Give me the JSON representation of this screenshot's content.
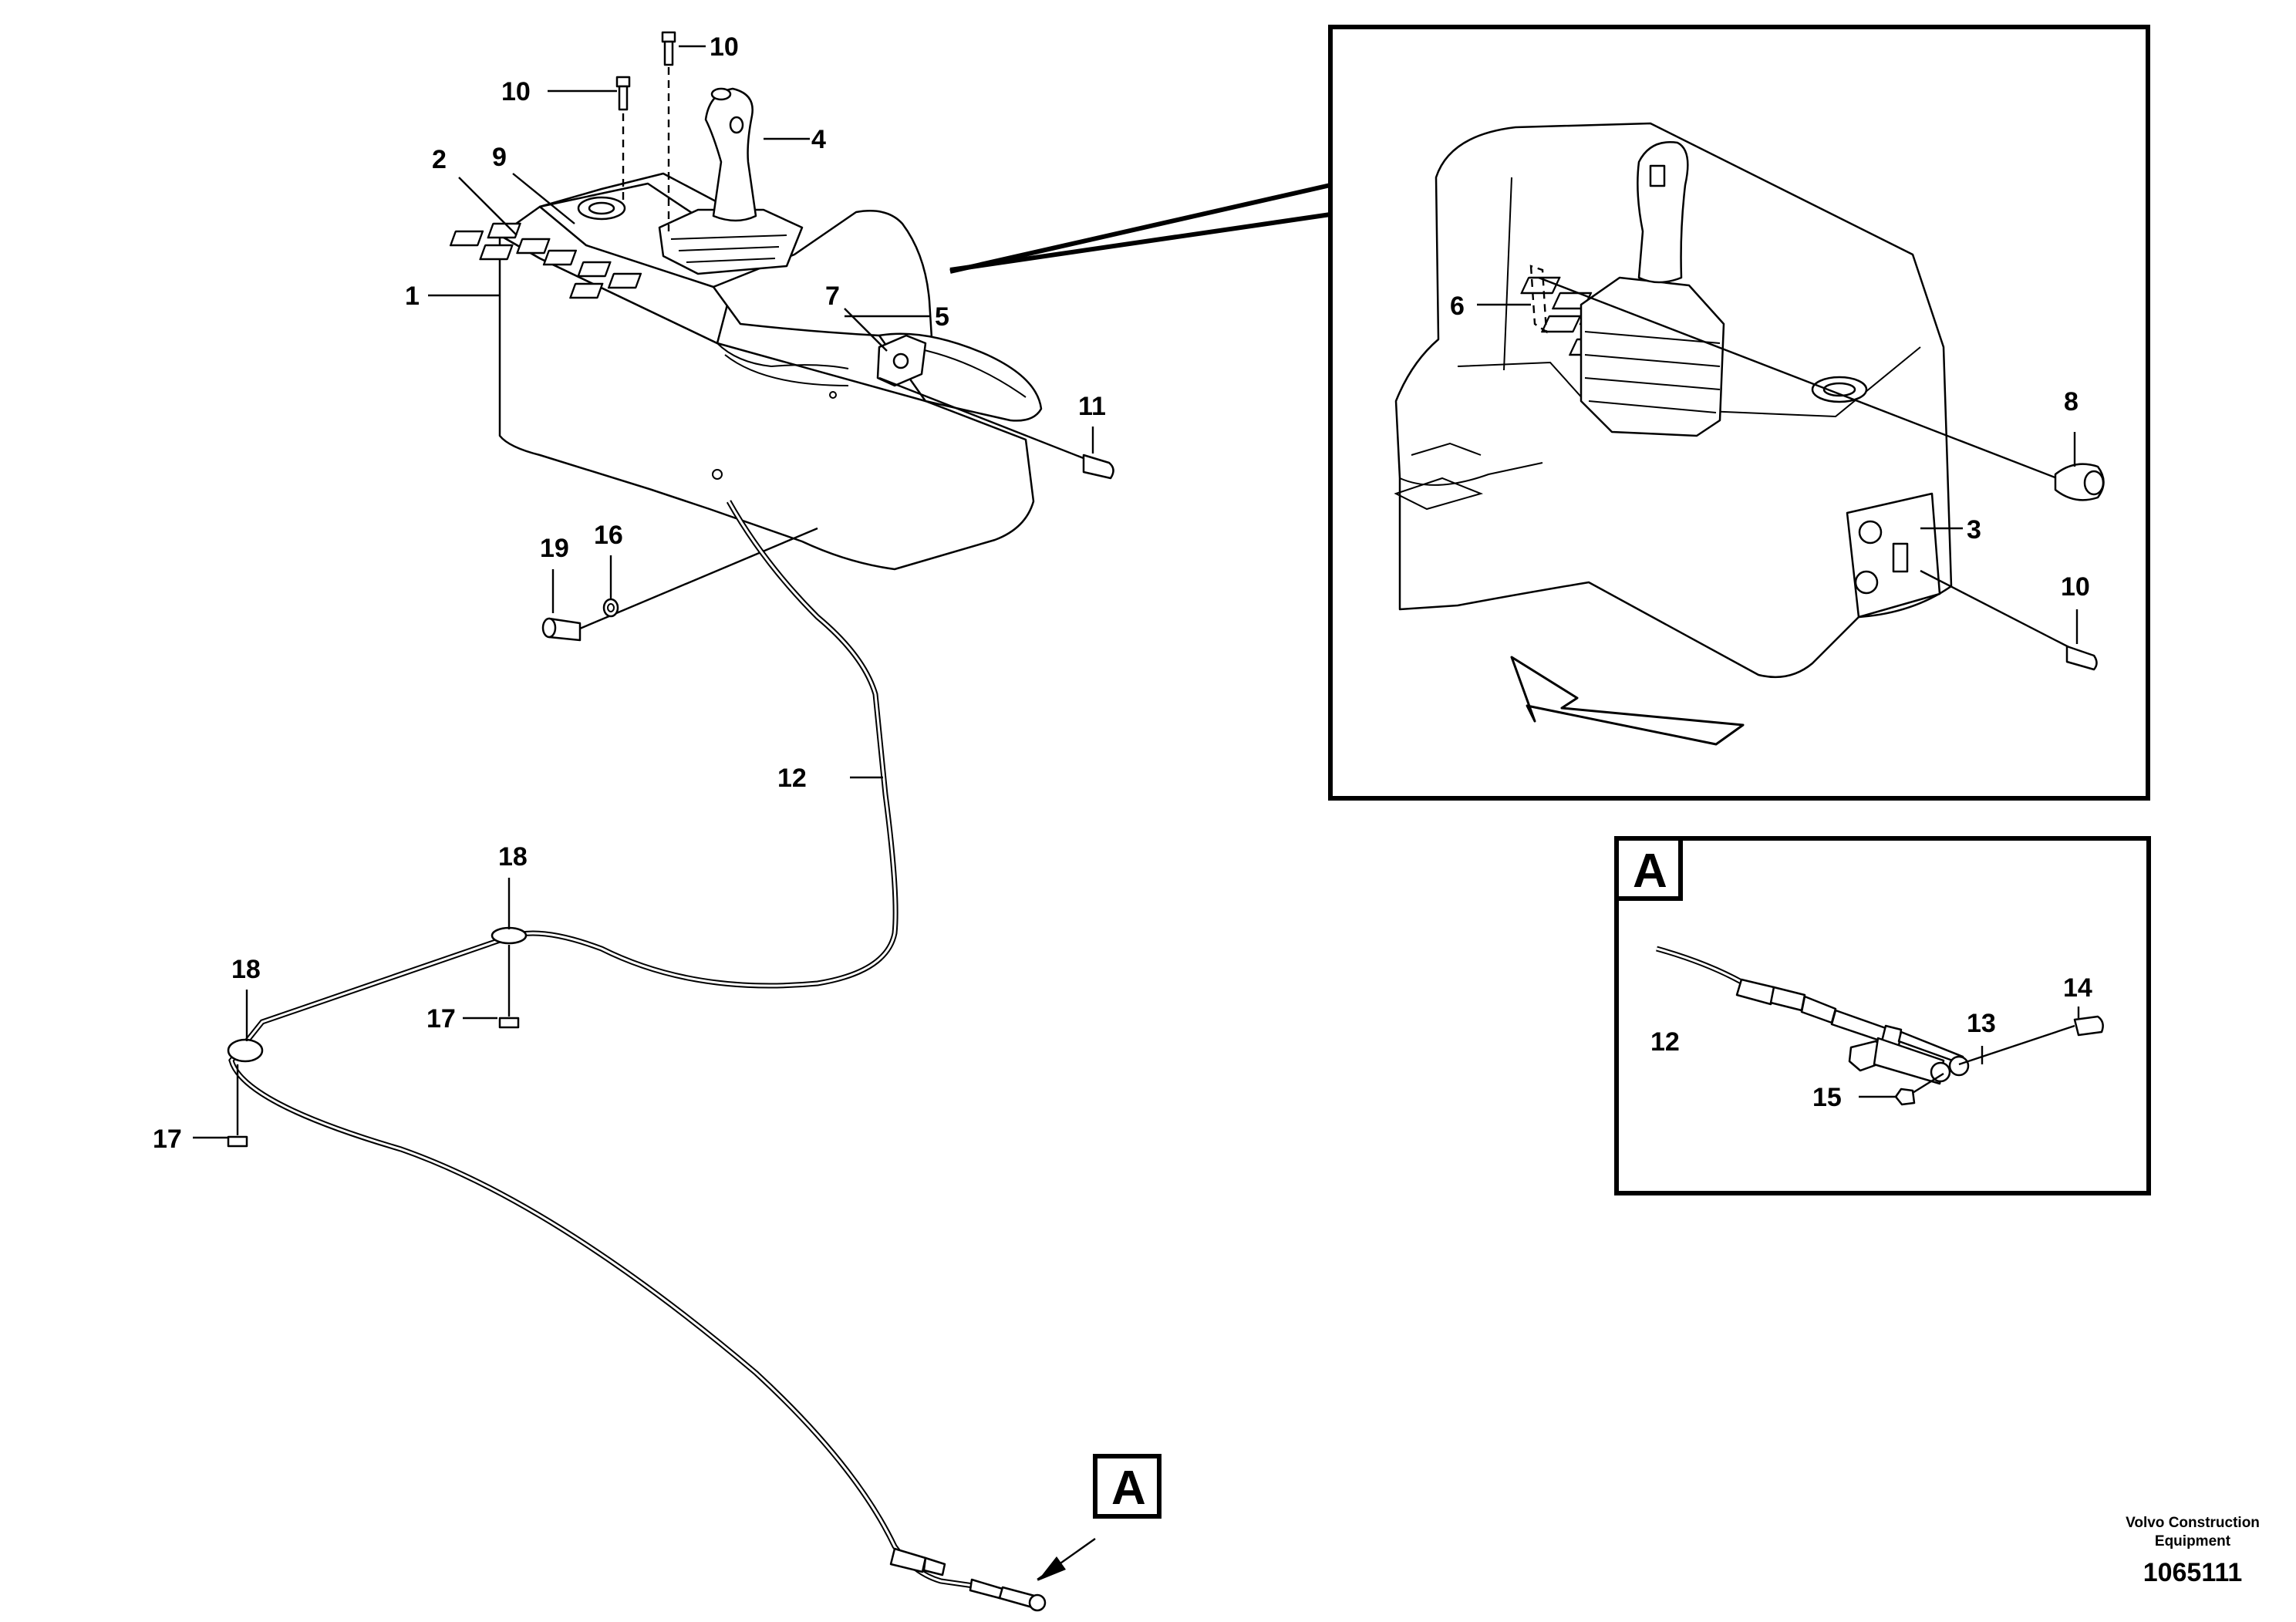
{
  "callouts": {
    "c1": "1",
    "c2": "2",
    "c3": "3",
    "c4": "4",
    "c5": "5",
    "c6": "6",
    "c7": "7",
    "c8": "8",
    "c9": "9",
    "c10a": "10",
    "c10b": "10",
    "c10c": "10",
    "c11": "11",
    "c12a": "12",
    "c12b": "12",
    "c13": "13",
    "c14": "14",
    "c15": "15",
    "c16": "16",
    "c17a": "17",
    "c17b": "17",
    "c18a": "18",
    "c18b": "18",
    "c19": "19"
  },
  "detail_ref": {
    "main": "A",
    "box": "A"
  },
  "footer": {
    "company_line1": "Volvo Construction",
    "company_line2": "Equipment",
    "drawing_number": "1065111"
  }
}
